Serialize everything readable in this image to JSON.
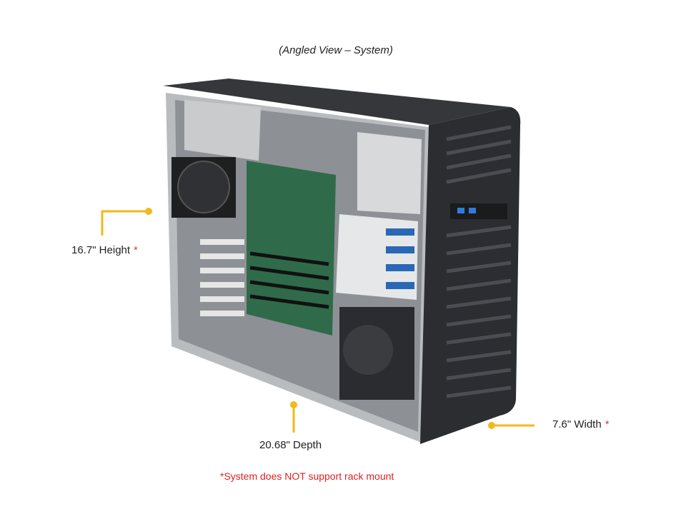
{
  "title": "(Angled View – System)",
  "dimensions": {
    "height": {
      "value": "16.7\" Height",
      "mark": "*"
    },
    "depth": {
      "value": "20.68\" Depth"
    },
    "width": {
      "value": "7.6\" Width",
      "mark": "*"
    }
  },
  "note": "*System does NOT support rack mount",
  "colors": {
    "callout": "#f2b81c",
    "asterisk": "#e23a3a",
    "chassis": "#2b2d30"
  }
}
